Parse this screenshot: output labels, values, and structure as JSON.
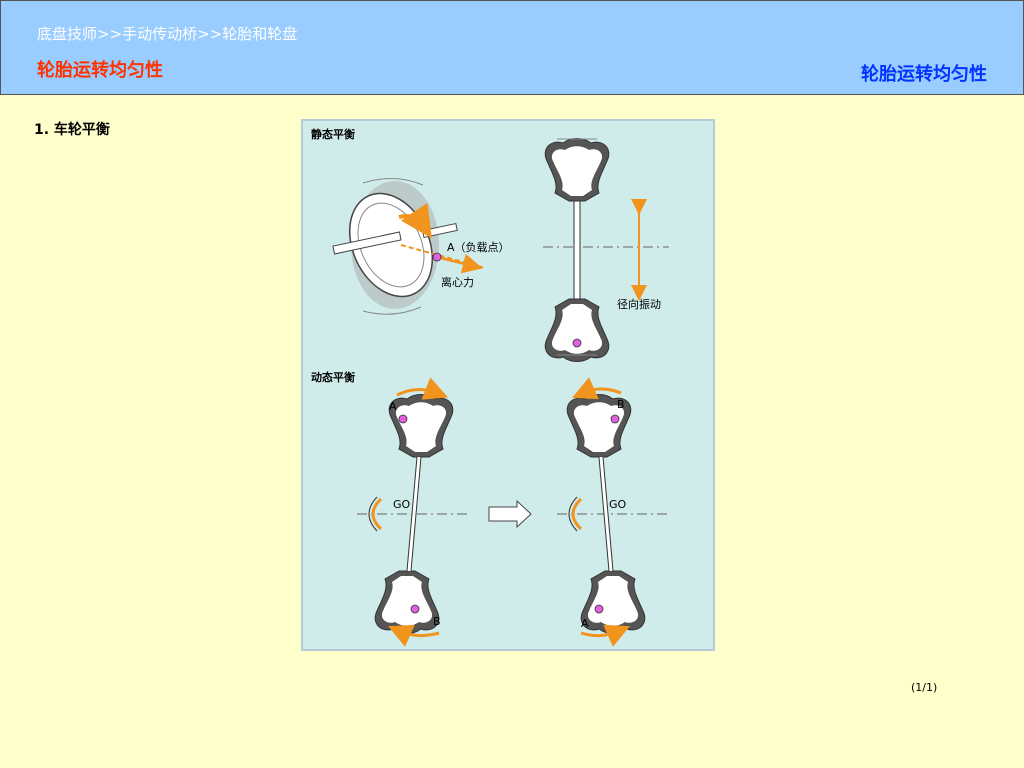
{
  "header": {
    "breadcrumb": "底盘技师>>手动传动桥>>轮胎和轮盘",
    "title_left": "轮胎运转均匀性",
    "title_right": "轮胎运转均匀性"
  },
  "content": {
    "section_label": "1. 车轮平衡"
  },
  "figure": {
    "static_title": "静态平衡",
    "dynamic_title": "动态平衡",
    "load_point_label": "A（负载点）",
    "centrifugal_label": "离心力",
    "radial_vibration_label": "径向振动",
    "label_a": "A",
    "label_b": "B",
    "go_label": "GO",
    "colors": {
      "arrow": "#f0941e",
      "weight": "#e060e0",
      "tire": "#555555"
    }
  },
  "footer": {
    "page": "(1/1)"
  }
}
